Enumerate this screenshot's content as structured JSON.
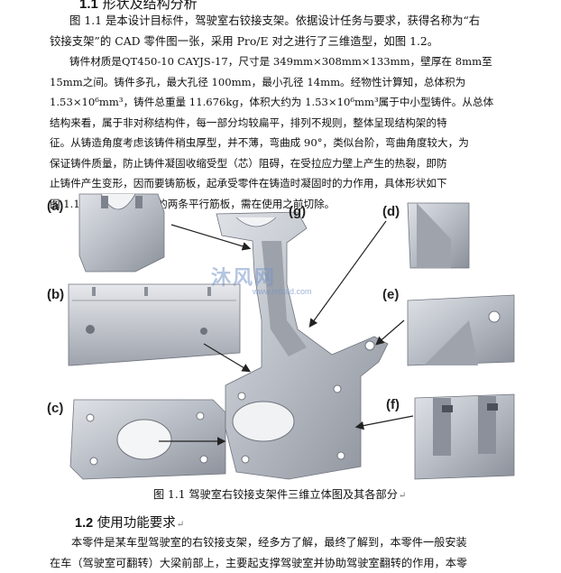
{
  "section1": {
    "number": "1.1",
    "title": " 形状及结构分析"
  },
  "para1": {
    "line1": "图 1.1 是本设计目标件，驾驶室右铰接支架。依据设计任务与要求，获得名称为“右",
    "line2": "铰接支架”的  CAD  零件图一张，采用  Pro/E 对之进行了三维造型，如图  1.2。"
  },
  "para2": {
    "line1": "铸件材质是QT450-10 CAYJS-17，尺寸是  349mm×308mm×133mm，壁厚在 8mm至",
    "line2": "15mm之间。铸件多孔，最大孔径    100mm，最小孔径  14mm。经物性计算知，总体积为",
    "line3": "1.53×10⁶mm³，铸件总重量 11.676kg，体积大约为 1.53×10⁶mm³属于中小型铸件。从总体",
    "line4": "结构来看，属于非对称结构件，每一部分均较扁平，排列不规则，整体呈现结构架的特",
    "line5": "征。从铸造角度考虑该铸件稍虫厚型，并不薄，弯曲成  90°，类似台阶，弯曲角度较大，为",
    "line6": "保证铸件质量，防止铸件凝固收缩受型（芯）阻碍，在受拉应力壁上产生的热裂，即防",
    "line7": "止铸件产生变形，因而要铸筋板，起承受零件在铸造时凝固时的力作用，具体形状如下",
    "line8": "图  1.1（f）中圆孔附近的两条平行筋板，需在使用之前切除。"
  },
  "figure": {
    "labels": {
      "a": "(a)",
      "b": "(b)",
      "c": "(c)",
      "d": "(d)",
      "e": "(e)",
      "f": "(f)",
      "g": "(g)"
    },
    "caption": "图 1.1 驾驶室右铰接支架件三维立体图及其各部分",
    "watermark": {
      "text": "沐风网",
      "url": "www.mfcad.com"
    }
  },
  "section2": {
    "number": "1.2",
    "title": " 使用功能要求"
  },
  "para3": {
    "line1": "本零件是某车型驾驶室的右铰接支架，经多方了解，最终了解到，本零件一般安装",
    "line2": "在车（驾驶室可翻转）大梁前部上，主要起支撑驾驶室并协助驾驶室翻转的作用，本零"
  },
  "colors": {
    "part_light": "#c9cdd4",
    "part_mid": "#a4a9b2",
    "part_dark": "#7d828c",
    "arrow": "#222222"
  }
}
